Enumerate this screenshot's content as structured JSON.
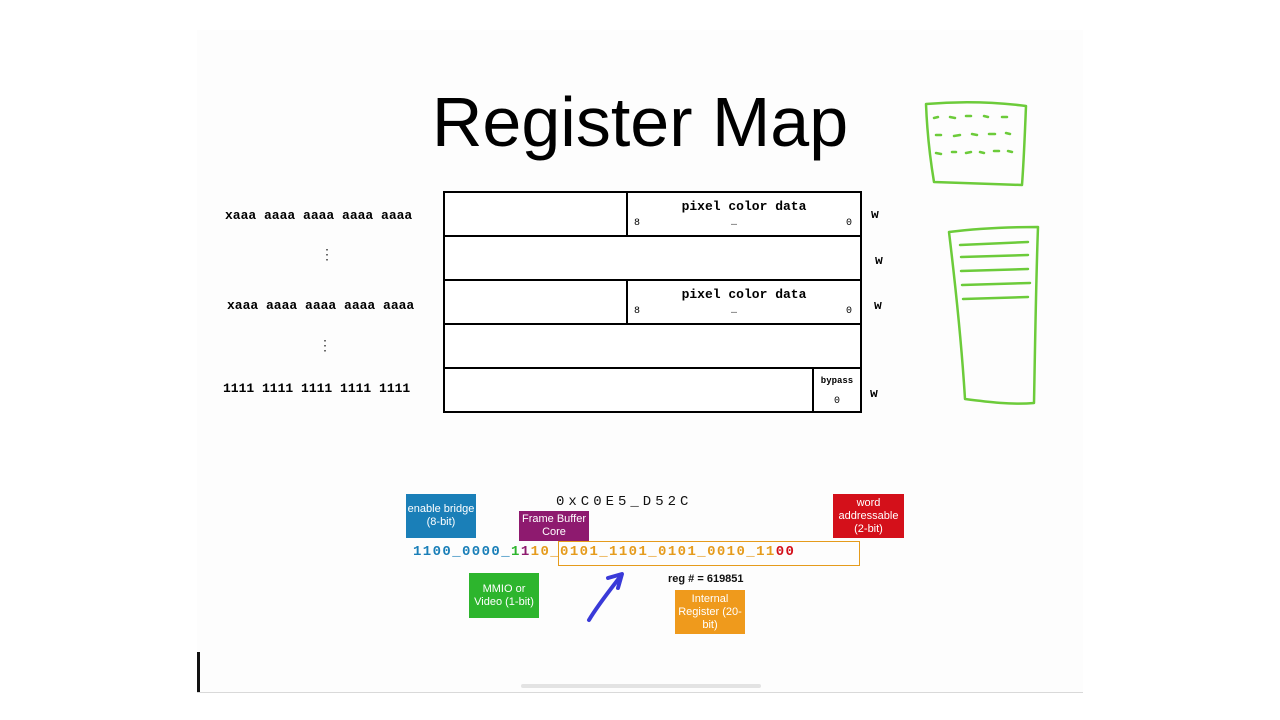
{
  "title": "Register Map",
  "rows": [
    {
      "address": "xaaa aaaa aaaa aaaa aaaa",
      "field": "pixel color data",
      "high_bit": "8",
      "ellipsis": "…",
      "low_bit": "0",
      "suffix": "w"
    },
    {
      "address": "⋮",
      "suffix": "w"
    },
    {
      "address": "xaaa aaaa aaaa aaaa aaaa",
      "field": "pixel color data",
      "high_bit": "8",
      "ellipsis": "…",
      "low_bit": "0",
      "suffix": "w"
    },
    {
      "address": "⋮"
    },
    {
      "address": "1111 1111 1111 1111 1111",
      "field": "bypass",
      "low_bit": "0",
      "suffix": "w"
    }
  ],
  "address_decode": {
    "hex": "0xC0E5_D52C",
    "bits": {
      "enable_bridge": "1100_0000_",
      "mmio_video": "1",
      "frame_buffer_core": "1",
      "internal_register": "10_0101_1101_0101_0010_11",
      "word_addressable": "00"
    },
    "reg_number": "reg # = 619851",
    "tags": {
      "enable_bridge": "enable bridge (8-bit)",
      "frame_buffer_core": "Frame Buffer Core",
      "mmio_video": "MMIO or Video (1-bit)",
      "internal_register": "Internal Register (20-bit)",
      "word_addressable": "word addressable (2-bit)"
    },
    "colors": {
      "enable_bridge": "#1a7fb8",
      "mmio_video": "#2db52d",
      "frame_buffer_core": "#8e1a6f",
      "internal_register": "#e59b1c",
      "word_addressable": "#d4101a"
    }
  },
  "annotations": {
    "sketch_color": "#6ccb3a",
    "arrow_color": "#3a3ad8"
  }
}
